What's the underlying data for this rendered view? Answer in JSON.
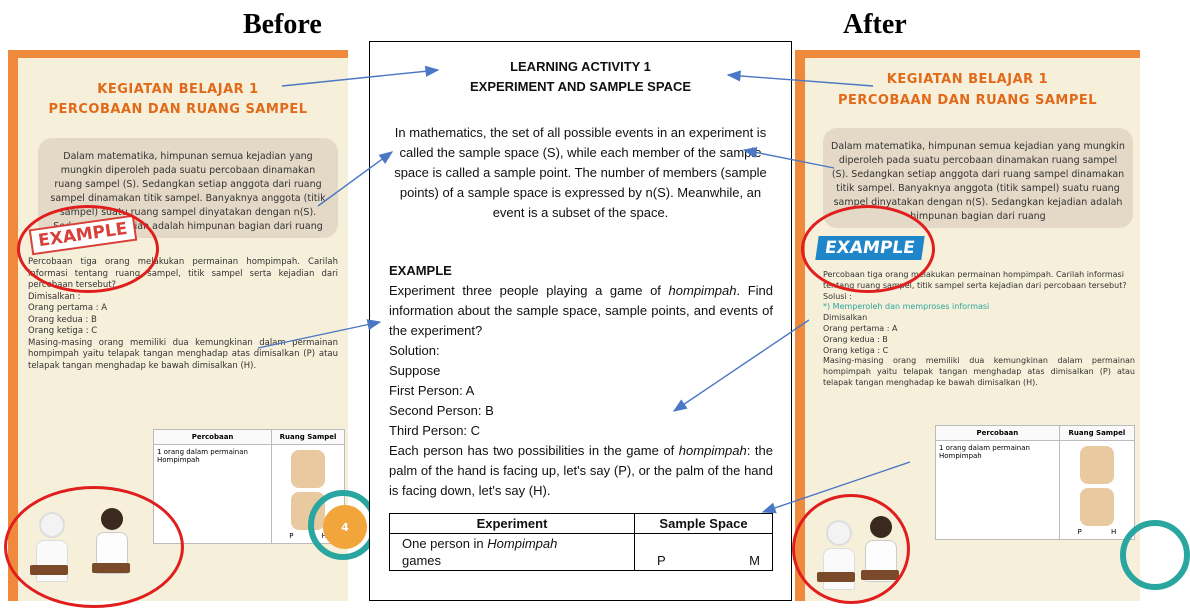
{
  "headings": {
    "before": "Before",
    "after": "After"
  },
  "left_page": {
    "title_line1": "KEGIATAN BELAJAR 1",
    "title_line2": "PERCOBAAN DAN RUANG SAMPEL",
    "box_text": "Dalam matematika, himpunan semua kejadian yang mungkin diperoleh pada suatu percobaan dinamakan ruang sampel (S). Sedangkan setiap anggota dari ruang sampel dinamakan titik sampel. Banyaknya anggota (titik sampel) suatu ruang sampel dinyatakan dengan n(S). Sedangkan kejadian adalah himpunan bagian dari ruang",
    "example_label": "EXAMPLE",
    "body_intro": "Percobaan tiga orang melakukan permainan hompimpah. Carilah informasi tentang ruang sampel, titik sampel serta kejadian dari percobaan tersebut?",
    "suppose": "Dimisalkan :",
    "p1": "Orang pertama  : A",
    "p2": "Orang kedua  : B",
    "p3": "Orang ketiga : C",
    "body_end": "Masing-masing orang memiliki dua kemungkinan dalam permainan hompimpah yaitu telapak tangan menghadap atas dimisalkan (P) atau telapak tangan menghadap ke bawah dimisalkan (H).",
    "table_h1": "Percobaan",
    "table_h2": "Ruang Sampel",
    "table_c1": "1 orang dalam permainan Hompimpah",
    "hand_p": "P",
    "hand_h": "H",
    "page_number": "4"
  },
  "right_page": {
    "title_line1": "KEGIATAN BELAJAR 1",
    "title_line2": "PERCOBAAN DAN RUANG SAMPEL",
    "box_text": "Dalam matematika, himpunan semua kejadian yang mungkin diperoleh pada suatu percobaan dinamakan ruang sampel (S). Sedangkan setiap anggota dari ruang sampel dinamakan titik sampel. Banyaknya anggota (titik sampel) suatu ruang sampel dinyatakan dengan n(S). Sedangkan kejadian adalah himpunan bagian dari ruang",
    "example_label": "EXAMPLE",
    "body_intro": "Percobaan tiga orang melakukan permainan hompimpah. Carilah informasi tentang ruang sampel, titik sampel serta kejadian dari percobaan tersebut?",
    "solusi": "Solusi :",
    "step": "*) Memperoleh dan memproses informasi",
    "suppose": "Dimisalkan",
    "p1": "Orang pertama : A",
    "p2": "Orang kedua : B",
    "p3": "Orang ketiga : C",
    "body_end": "Masing-masing orang memiliki dua kemungkinan dalam permainan hompimpah yaitu telapak tangan menghadap atas dimisalkan (P) atau telapak tangan menghadap ke bawah dimisalkan (H).",
    "table_h1": "Percobaan",
    "table_h2": "Ruang Sampel",
    "table_c1": "1 orang dalam permainan Hompimpah",
    "hand_p": "P",
    "hand_h": "H"
  },
  "doc": {
    "title_line1": "LEARNING ACTIVITY 1",
    "title_line2": "EXPERIMENT AND SAMPLE SPACE",
    "paragraph": "In mathematics, the set of all possible events in an experiment is called the sample space (S), while each member of the sample space is called a sample point. The number of members (sample points) of a sample space is expressed by n(S). Meanwhile, an event is a subset of the space.",
    "example_heading": "EXAMPLE",
    "ex_pre": "Experiment three people playing a game of ",
    "ex_word": "hompimpah",
    "ex_post": ". Find information about the sample space, sample points, and events of the experiment?",
    "solution": "Solution:",
    "suppose": "Suppose",
    "first": "First Person: A",
    "second": "Second Person: B",
    "third": "Third Person: C",
    "each_pre": "Each person has two possibilities in the game of ",
    "each_word": "hompimpah",
    "each_post": ": the palm of the hand is facing up, let's say (P), or the palm of the hand is facing down, let's say (H).",
    "table_h1": "Experiment",
    "table_h2": "Sample Space",
    "table_c1_pre": "One person in ",
    "table_c1_word": "Hompimpah",
    "table_c1_post": "games",
    "table_p": "P",
    "table_m": "M"
  },
  "colors": {
    "arrow": "#4a78c4",
    "page_border": "#ef8a3c",
    "title_orange": "#e06a1a",
    "circle_red": "#e01e1e",
    "example_blue": "#1f86c9"
  }
}
